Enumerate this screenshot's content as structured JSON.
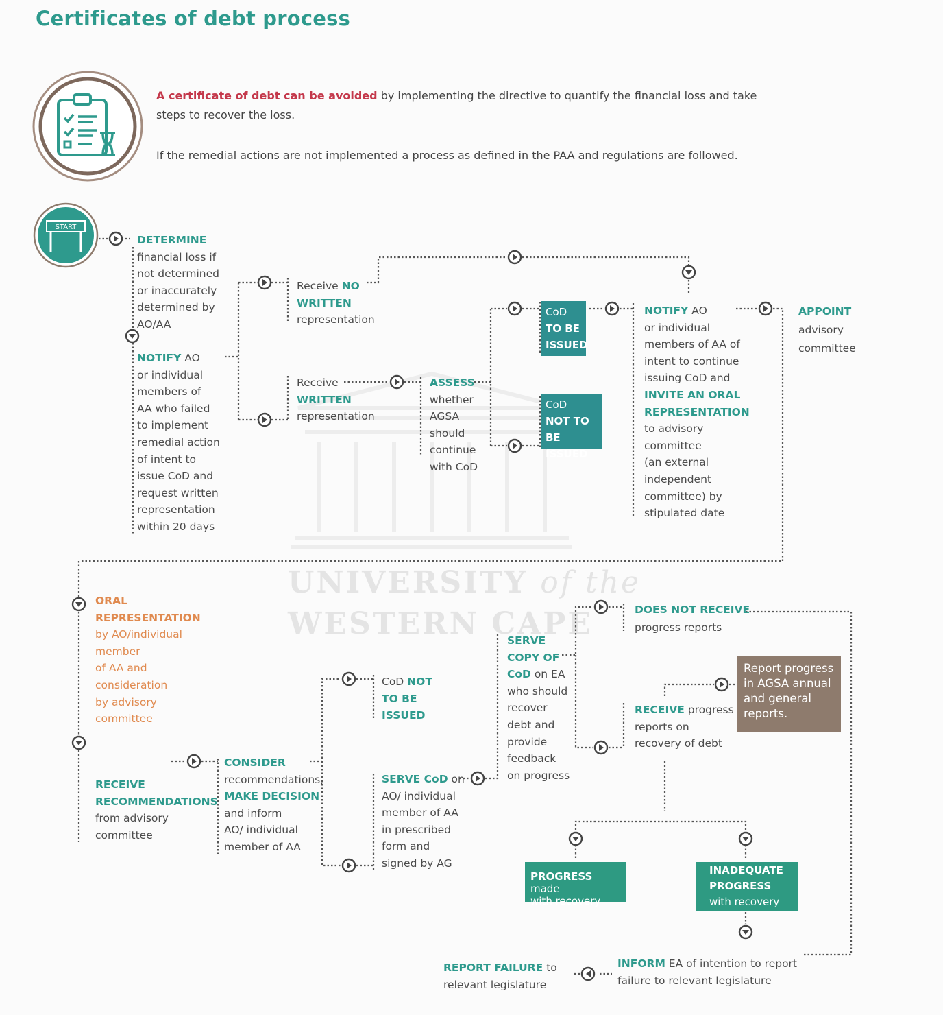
{
  "title": "Certificates of debt process",
  "intro": {
    "highlight": "A certificate of debt can be avoided",
    "line1_rest": " by implementing the directive to quantify the financial loss and take",
    "line2": "steps to recover the loss.",
    "line3": "If the remedial actions are not implemented a process as defined in the PAA and regulations are followed."
  },
  "start_label": "START",
  "watermark": {
    "line1": "UNIVERSITY",
    "line1_italic": "of the",
    "line2": "WESTERN CAPE"
  },
  "steps": {
    "determine": {
      "key": "DETERMINE",
      "lines": [
        "financial loss if",
        "not determined",
        "or inaccurately",
        "determined by",
        "AO/AA"
      ]
    },
    "notify1": {
      "key": "NOTIFY",
      "rest": " AO",
      "lines": [
        "or individual",
        "members of",
        "AA who failed",
        "to implement",
        "remedial action",
        "of intent to",
        "issue CoD and",
        "request written",
        "representation",
        "within 20 days"
      ]
    },
    "no_written": {
      "pre": "Receive ",
      "key": "NO",
      "key2": "WRITTEN",
      "last": "representation"
    },
    "written": {
      "pre": "Receive",
      "key": "WRITTEN",
      "last": "representation"
    },
    "assess": {
      "key": "ASSESS",
      "lines": [
        "whether",
        "AGSA",
        "should",
        "continue",
        "with CoD"
      ]
    },
    "cod_issued": {
      "l1": "CoD",
      "l2": "TO BE",
      "l3": "ISSUED"
    },
    "cod_not_issued": {
      "l1": "CoD",
      "l2": "NOT TO",
      "l3": "BE ISSUED"
    },
    "notify2": {
      "key": "NOTIFY",
      "rest": "  AO",
      "lines_a": [
        "or individual",
        "members of AA of",
        "intent to continue",
        "issuing CoD and"
      ],
      "key2": "INVITE AN ORAL",
      "key3": "REPRESENTATION",
      "lines_b": [
        "to advisory",
        "committee",
        "(an external",
        "independent",
        "committee) by",
        "stipulated date"
      ]
    },
    "appoint": {
      "key": "APPOINT",
      "lines": [
        "advisory",
        "committee"
      ]
    },
    "oral": {
      "key1": "ORAL",
      "key2": "REPRESENTATION",
      "lines": [
        "by AO/individual",
        "member",
        "of AA and",
        "consideration",
        "by advisory",
        "committee"
      ]
    },
    "receive_rec": {
      "key1": "RECEIVE",
      "key2": "RECOMMENDATIONS",
      "lines": [
        "from advisory",
        "committee"
      ]
    },
    "consider": {
      "key": "CONSIDER",
      "l1": "recommendations,",
      "key2": "MAKE DECISION",
      "lines": [
        "and inform",
        "AO/ individual",
        "member of AA"
      ]
    },
    "cod_not2": {
      "pre": "CoD ",
      "key": "NOT",
      "key2": "TO BE",
      "key3": "ISSUED"
    },
    "serve_cod": {
      "key": "SERVE CoD",
      "rest": "  on",
      "lines": [
        "AO/ individual",
        "member of AA",
        "in prescribed",
        "form and",
        "signed by AG"
      ]
    },
    "serve_copy": {
      "key1": "SERVE",
      "key2": "COPY OF",
      "key3": "CoD",
      "rest": "  on EA",
      "lines": [
        "who should",
        "recover",
        "debt and",
        "provide",
        "feedback",
        "on progress"
      ]
    },
    "not_receive": {
      "key": "DOES NOT RECEIVE",
      "last": "progress reports"
    },
    "receive_prog": {
      "key": "RECEIVE",
      "rest": " progress",
      "lines": [
        "reports on",
        "recovery of debt"
      ]
    },
    "report_box": {
      "lines": [
        "Report progress",
        "in AGSA annual",
        "and general",
        "reports."
      ]
    },
    "progress_made": {
      "key": "PROGRESS",
      "rest": " made",
      "l2": "with recovery"
    },
    "inadequate": {
      "k1": "INADEQUATE",
      "k2": "PROGRESS",
      "l3": "with recovery"
    },
    "inform": {
      "key": "INFORM",
      "rest": "  EA of intention to report",
      "l2": "failure to relevant legislature"
    },
    "report_failure": {
      "key": "REPORT FAILURE",
      "rest": " to",
      "l2": "relevant legislature"
    }
  },
  "colors": {
    "teal": "#2e9a8d",
    "box_teal": "#2e8f90",
    "brown": "#8e7b6d",
    "orange": "#e08a4f",
    "red": "#c4384b",
    "arrow": "#444444"
  }
}
